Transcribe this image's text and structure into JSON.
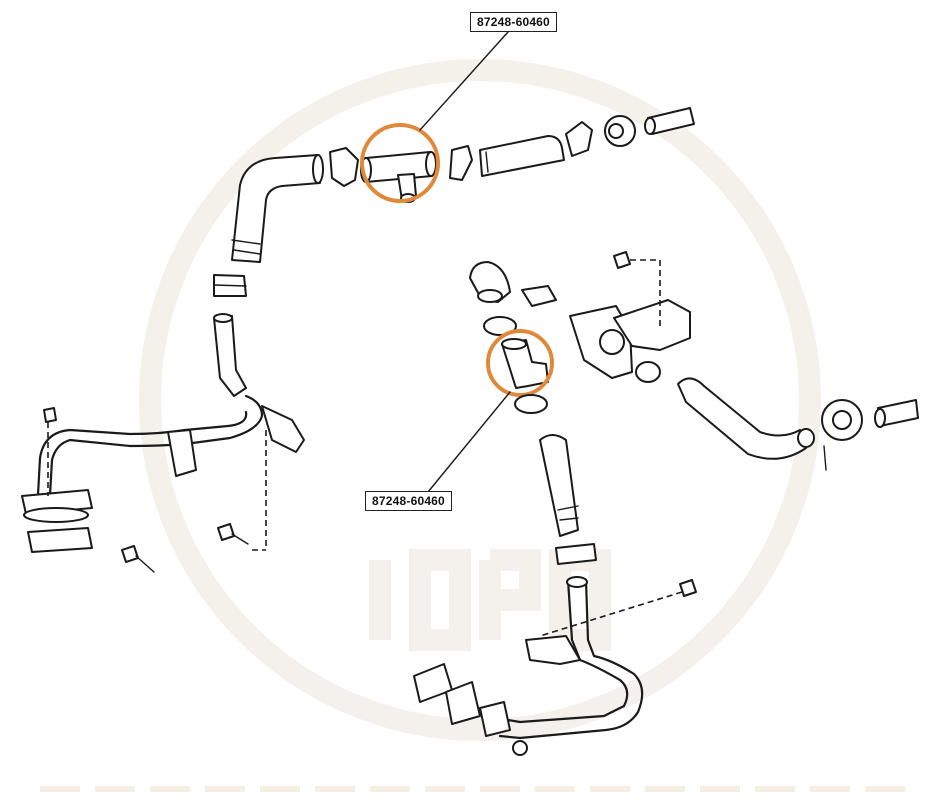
{
  "callouts": {
    "top_part_number": "87248-60460",
    "middle_part_number": "87248-60460"
  },
  "colors": {
    "highlight": "#e0893a",
    "line": "#1a1a1a",
    "watermark": "#f3efe9"
  },
  "icons": {
    "highlight_marker": "orange-circle",
    "fasteners": "bolt-icon"
  }
}
